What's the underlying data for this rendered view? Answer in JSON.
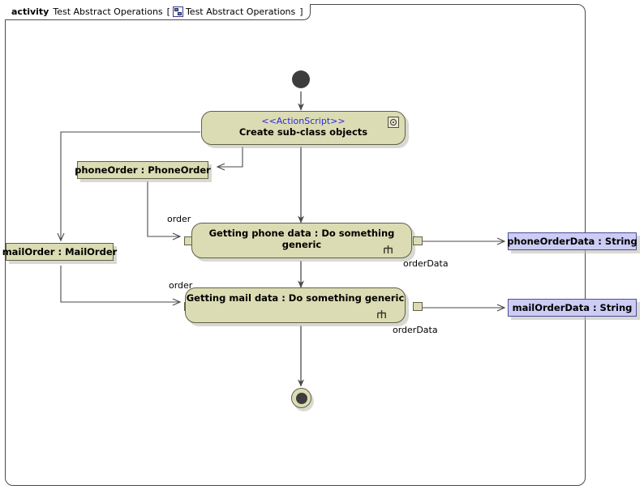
{
  "frame": {
    "keyword": "activity",
    "title": "Test Abstract Operations",
    "bracket_open": "[",
    "diagram_icon": "activity-diagram-icon",
    "diagram_name": "Test Abstract Operations",
    "bracket_close": "]"
  },
  "colors": {
    "action_fill": "#dcdcb4",
    "action_border": "#60604a",
    "object_lavender_fill": "#ccccf5",
    "object_lavender_border": "#4d4d99",
    "stereotype_text": "#2b2be0",
    "node_dark": "#3d3d3d",
    "edge": "#4a4a4a",
    "frame_border": "#4a4a4a"
  },
  "nodes": {
    "initial": {
      "name": "initial-node"
    },
    "create_action": {
      "stereotype": "<<ActionScript>>",
      "label": "Create sub-class objects",
      "badge_icon": "action-script-icon"
    },
    "phone_order_object": {
      "label": "phoneOrder : PhoneOrder"
    },
    "mail_order_object": {
      "label": "mailOrder : MailOrder"
    },
    "getting_phone_action": {
      "label": "Getting phone data : Do something generic",
      "behavior_icon": "rake-icon",
      "input_pin": "order",
      "output_pin": "orderData"
    },
    "getting_mail_action": {
      "label": "Getting mail data : Do something generic",
      "behavior_icon": "rake-icon",
      "input_pin": "order",
      "output_pin": "orderData"
    },
    "phone_order_data_object": {
      "label": "phoneOrderData : String"
    },
    "mail_order_data_object": {
      "label": "mailOrderData : String"
    },
    "final": {
      "name": "activity-final-node"
    }
  },
  "edge_labels": {
    "order_phone": "order",
    "order_mail": "order",
    "order_data_phone": "orderData",
    "order_data_mail": "orderData"
  }
}
